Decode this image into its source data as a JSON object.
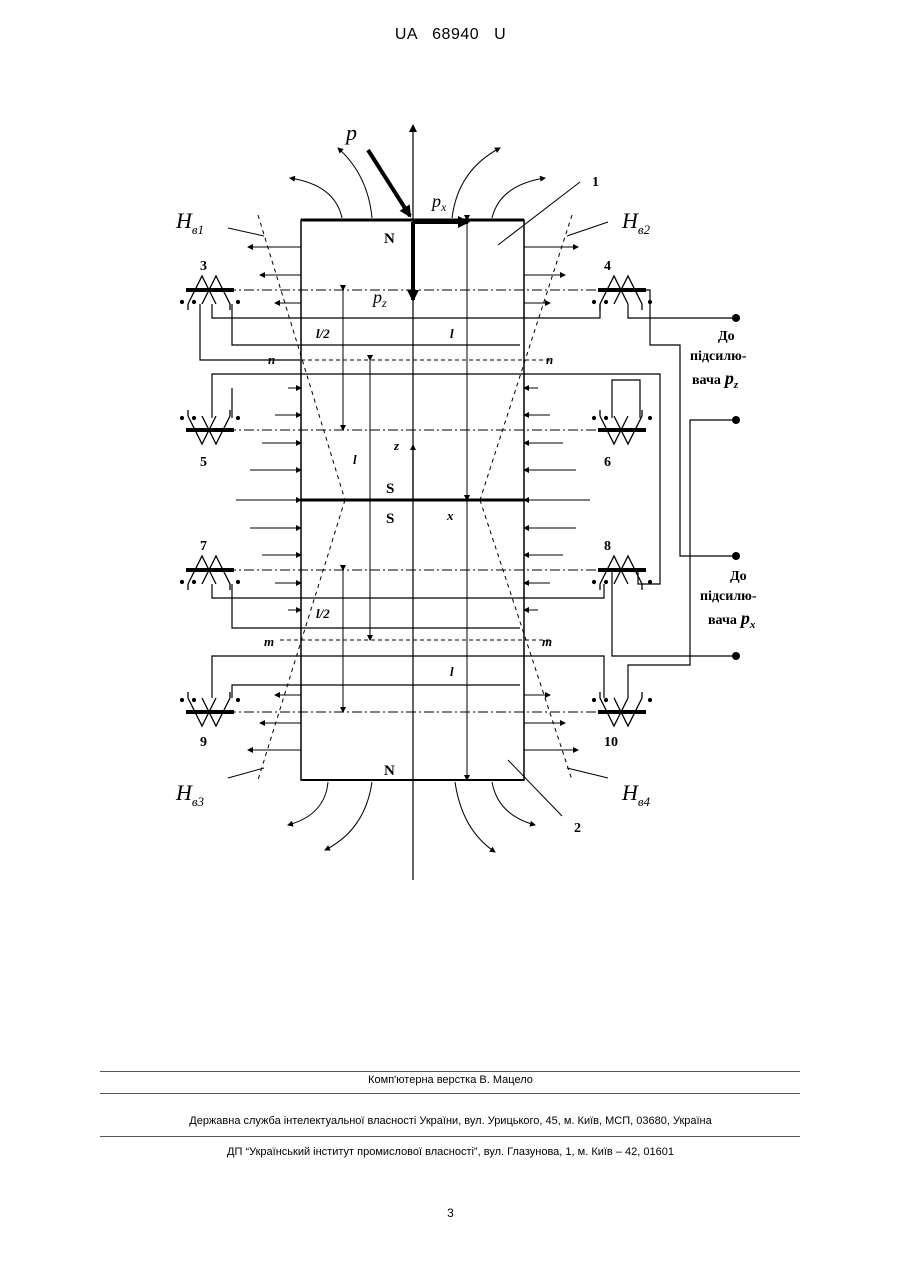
{
  "header": {
    "patent_number": "UA   68940   U"
  },
  "figure": {
    "force_label": "p",
    "px_label": "p",
    "px_sub": "x",
    "pz_label": "p",
    "pz_sub": "z",
    "H_label": "H",
    "H_sub": [
      "в1",
      "в2",
      "в3",
      "в4"
    ],
    "pole_labels": [
      "N",
      "S",
      "S",
      "N"
    ],
    "part_numbers": [
      "1",
      "2",
      "3",
      "4",
      "5",
      "6",
      "7",
      "8",
      "9",
      "10"
    ],
    "dim_labels": {
      "half_l": "l/2",
      "l": "l",
      "z": "z",
      "x": "x",
      "n": "n",
      "m": "m"
    },
    "amp_z": {
      "line1": "До",
      "line2": "підсилю-",
      "line3": "вача",
      "sym": "p",
      "sub": "z"
    },
    "amp_x": {
      "line1": "До",
      "line2": "підсилю-",
      "line3": "вача",
      "sym": "p",
      "sub": "x"
    }
  },
  "footer": {
    "layout": "Комп'ютерна верстка В. Мацело",
    "agency": "Державна служба інтелектуальної власності України, вул. Урицького, 45, м. Київ, МСП, 03680, Україна",
    "institute": "ДП “Український інститут промислової власності”, вул. Глазунова, 1, м. Київ – 42, 01601"
  },
  "page_number": "3"
}
